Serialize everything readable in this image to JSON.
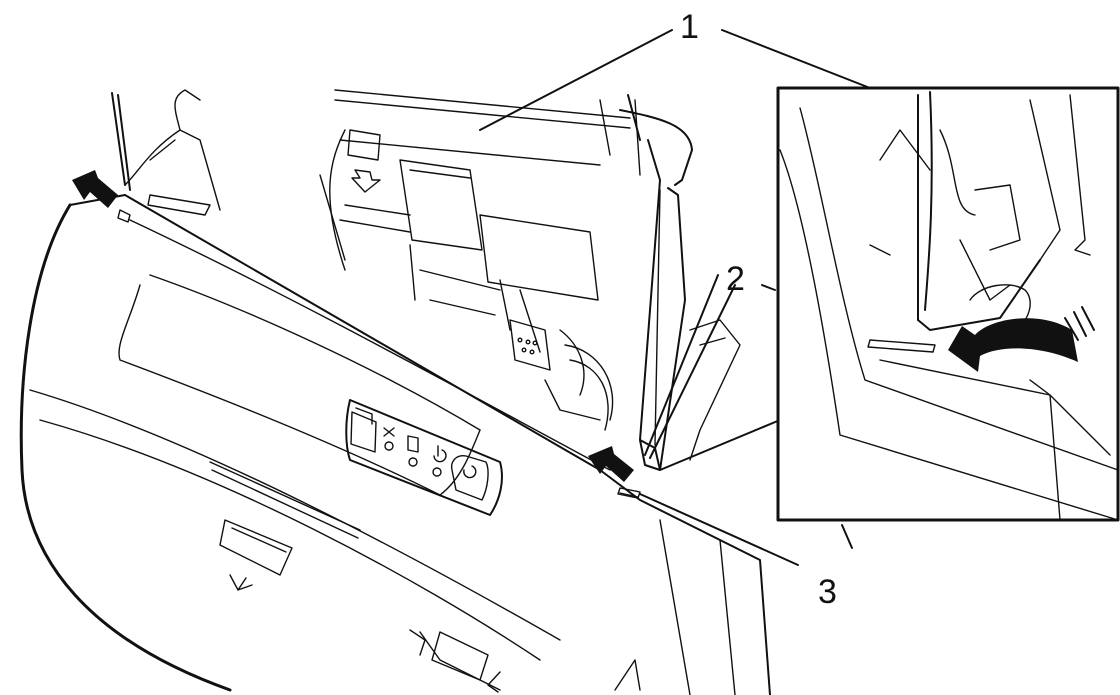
{
  "figure": {
    "callouts": [
      {
        "id": "1",
        "label": "1"
      },
      {
        "id": "2",
        "label": "2"
      },
      {
        "id": "3",
        "label": "3"
      }
    ],
    "icons": [
      "arrow-pointer-icon",
      "curved-arrow-icon",
      "control-panel-icon",
      "power-icon",
      "cancel-icon"
    ],
    "colors": {
      "line": "#111111",
      "background": "#ffffff"
    }
  }
}
